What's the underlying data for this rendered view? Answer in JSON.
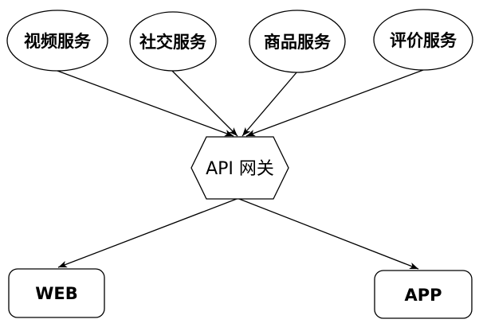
{
  "diagram": {
    "type": "architecture-flowchart",
    "background_color": "#ffffff",
    "stroke_color": "#000000",
    "node_fill_color": "#ffffff",
    "text_color": "#000000",
    "nodes": {
      "video_service": {
        "label": "视频服务",
        "shape": "ellipse"
      },
      "social_service": {
        "label": "社交服务",
        "shape": "ellipse"
      },
      "product_service": {
        "label": "商品服务",
        "shape": "ellipse"
      },
      "review_service": {
        "label": "评价服务",
        "shape": "ellipse"
      },
      "api_gateway": {
        "label": "API 网关",
        "shape": "hexagon"
      },
      "web_client": {
        "label": "WEB",
        "shape": "rounded-rectangle"
      },
      "app_client": {
        "label": "APP",
        "shape": "rounded-rectangle"
      }
    },
    "edges": [
      {
        "from": "video_service",
        "to": "api_gateway",
        "arrow": "filled"
      },
      {
        "from": "social_service",
        "to": "api_gateway",
        "arrow": "filled"
      },
      {
        "from": "product_service",
        "to": "api_gateway",
        "arrow": "filled"
      },
      {
        "from": "review_service",
        "to": "api_gateway",
        "arrow": "filled"
      },
      {
        "from": "api_gateway",
        "to": "web_client",
        "arrow": "filled"
      },
      {
        "from": "api_gateway",
        "to": "app_client",
        "arrow": "filled"
      }
    ]
  }
}
